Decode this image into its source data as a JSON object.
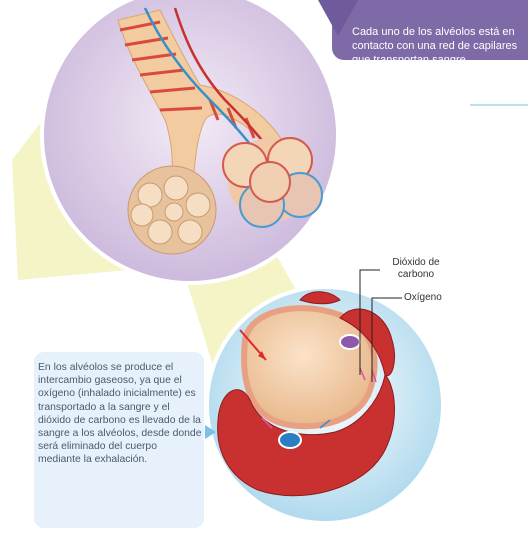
{
  "top_callout": {
    "text": "Cada uno de los alvéolos está en contacto con una red de capilares que transportan sangre."
  },
  "side_callout": {
    "text": "En los alvéolos se produce el intercambio gaseoso, ya que el oxígeno (inhalado inicialmente) es transportado a la sangre y el dióxido de carbono es llevado de la sangre a los alvéolos, desde donde será eliminado del cuerpo mediante la exhalación."
  },
  "labels": {
    "co2": "Dióxido de carbono",
    "o2": "Oxígeno"
  },
  "colors": {
    "top_callout_bg": "#7d6aa6",
    "side_callout_bg": "#e6f1fb",
    "circle_purple": "#cdb9dc",
    "circle_blue": "#b9dcee",
    "cone_yellow": "#f4f4c6",
    "capillary_red": "#c8312f"
  }
}
